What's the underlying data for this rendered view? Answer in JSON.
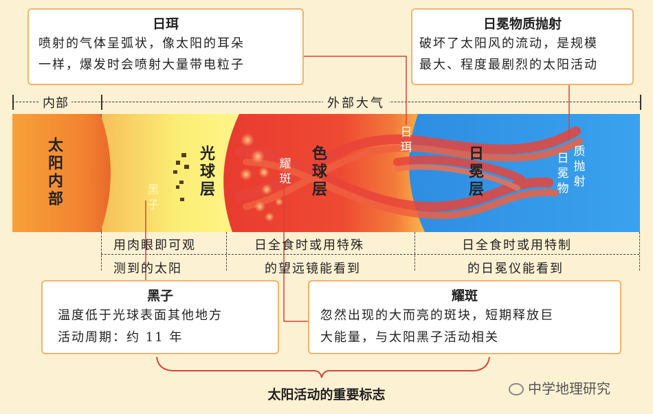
{
  "boxes": {
    "prominence": {
      "title": "日珥",
      "line1": "喷射的气体呈弧状，像太阳的耳朵",
      "line2": "一样，爆发时会喷射大量带电粒子"
    },
    "cme": {
      "title": "日冕物质抛射",
      "line1": "破坏了太阳风的流动，是规模",
      "line2": "最大、程度最剧烈的太阳活动"
    },
    "sunspot": {
      "title": "黑子",
      "line1": "温度低于光球表面其他地方",
      "line2": "活动周期：约 11 年"
    },
    "flare": {
      "title": "耀斑",
      "line1": "忽然出现的大而亮的斑块，短期释放巨",
      "line2": "大能量，与太阳黑子活动相关"
    }
  },
  "top_labels": {
    "interior": "内部",
    "outer": "外部大气"
  },
  "layers": {
    "interior": [
      "太",
      "阳",
      "内",
      "部"
    ],
    "photosphere": [
      "光",
      "球",
      "层"
    ],
    "chromosphere": [
      "色",
      "球",
      "层"
    ],
    "corona": [
      "日",
      "冕",
      "层"
    ]
  },
  "inband": {
    "sunspot": [
      "黑",
      "子"
    ],
    "flare": [
      "耀",
      "斑"
    ],
    "prominence": [
      "日",
      "珥"
    ],
    "cme_col1": [
      "日",
      "冕",
      "物"
    ],
    "cme_col2": [
      "质",
      "抛",
      "射"
    ]
  },
  "bottom": {
    "photo_1": "用肉眼即可观",
    "photo_2": "测到的太阳",
    "chromo_1": "日全食时或用特殊",
    "chromo_2": "的望远镜能看到",
    "corona_1": "日全食时或用特制",
    "corona_2": "的日冕仪能看到"
  },
  "footer": "太阳活动的重要标志",
  "watermark": "中学地理研究"
}
